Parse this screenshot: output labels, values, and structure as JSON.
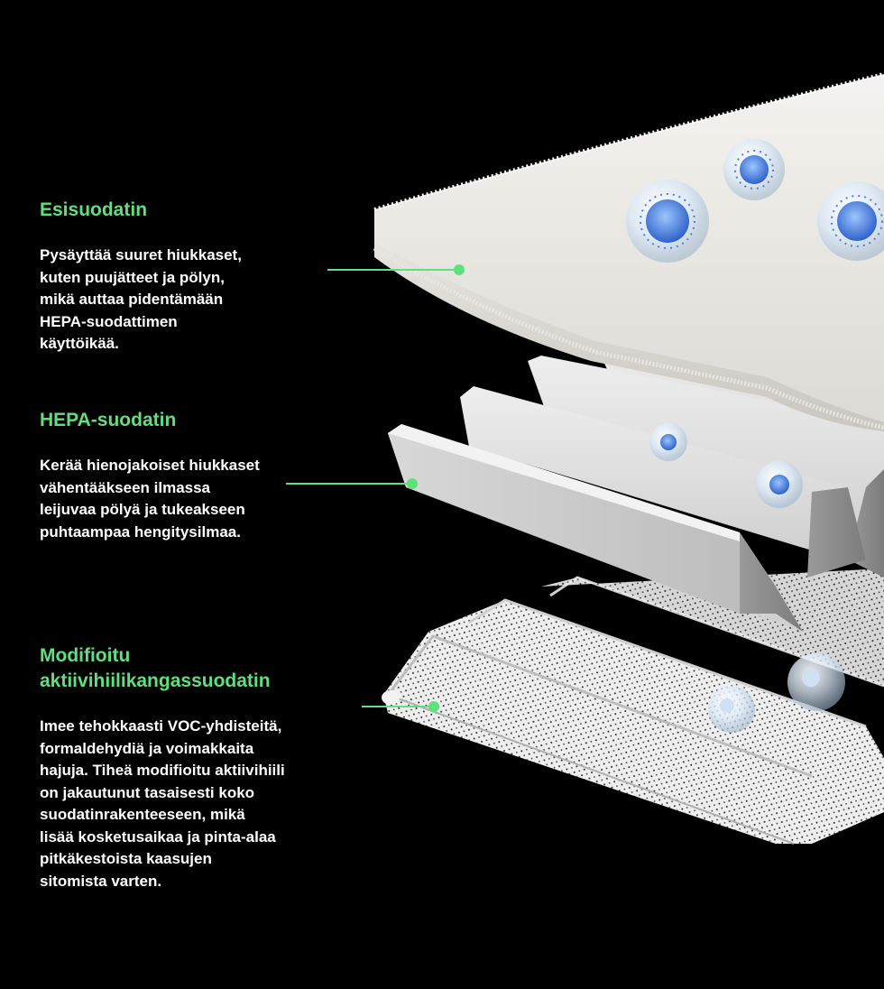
{
  "theme": {
    "background": "#000000",
    "accent": "#5ee07a",
    "text": "#ffffff"
  },
  "layers": [
    {
      "title": "Esisuodatin",
      "description": "Pysäyttää suuret hiukkaset,\nkuten puujätteet ja pölyn,\nmikä auttaa pidentämään\nHEPA-suodattimen\nkäyttöikää.",
      "icon": "pre-filter-layer"
    },
    {
      "title": "HEPA-suodatin",
      "description": "Kerää hienojakoiset hiukkaset\nvähentääkseen ilmassa\nleijuvaa pölyä ja tukeakseen\npuhtaampaa hengitysilmaa.",
      "icon": "hepa-pleated-layer"
    },
    {
      "title": "Modifioitu\naktiivihiilikangassuodatin",
      "description": "Imee tehokkaasti VOC-yhdisteitä,\nformaldehydiä ja voimakkaita\nhajuja. Tiheä modifioitu aktiivihiili\non jakautunut tasaisesti koko\nsuodatinrakenteeseen, mikä\nlisää kosketusaikaa ja pinta-alaa\npitkäkestoista kaasujen\nsitomista varten.",
      "icon": "activated-carbon-layer"
    }
  ]
}
